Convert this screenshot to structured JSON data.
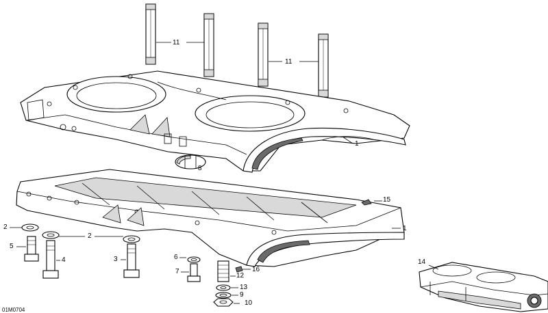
{
  "figure_code": "01M0704",
  "callouts": [
    {
      "id": "c11a",
      "text": "11"
    },
    {
      "id": "c11b",
      "text": "11"
    },
    {
      "id": "c1a",
      "text": "1"
    },
    {
      "id": "c8",
      "text": "8"
    },
    {
      "id": "c15",
      "text": "15"
    },
    {
      "id": "c1b",
      "text": "1"
    },
    {
      "id": "c2a",
      "text": "2"
    },
    {
      "id": "c2b",
      "text": "2"
    },
    {
      "id": "c5",
      "text": "5"
    },
    {
      "id": "c4",
      "text": "4"
    },
    {
      "id": "c3",
      "text": "3"
    },
    {
      "id": "c6",
      "text": "6"
    },
    {
      "id": "c7",
      "text": "7"
    },
    {
      "id": "c12",
      "text": "12"
    },
    {
      "id": "c16",
      "text": "16"
    },
    {
      "id": "c13",
      "text": "13"
    },
    {
      "id": "c9",
      "text": "9"
    },
    {
      "id": "c10",
      "text": "10"
    },
    {
      "id": "c14",
      "text": "14"
    }
  ]
}
